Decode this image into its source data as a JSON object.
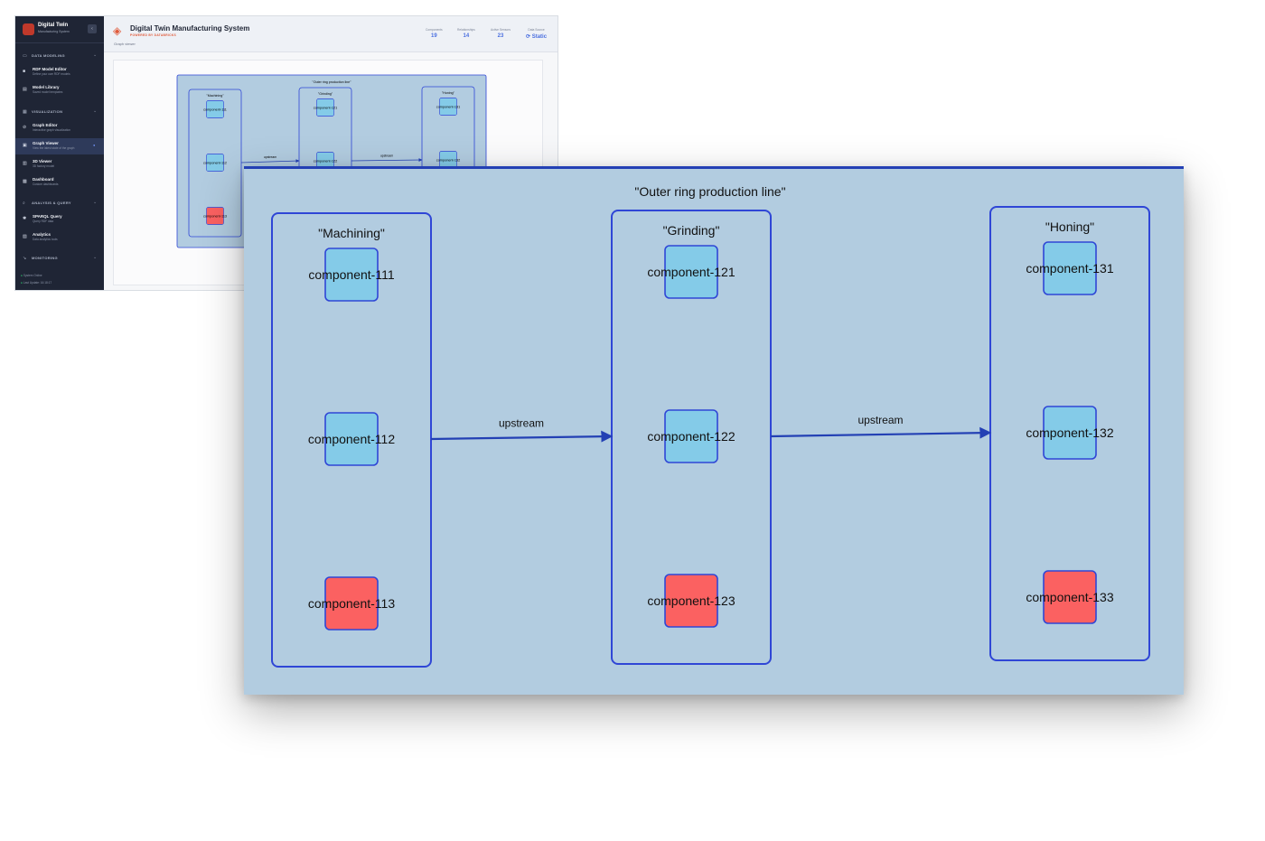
{
  "app": {
    "title": "Digital Twin",
    "subtitle": "Manufacturing System",
    "collapse_icon": "chevron-left-icon",
    "header_title": "Digital Twin Manufacturing System",
    "powered_by": "POWERED BY DATABRICKS",
    "breadcrumb": "Graph viewer"
  },
  "sidebar": {
    "sections": [
      {
        "label": "DATA MODELING",
        "icon": "folder-icon",
        "items": [
          {
            "label": "RDF Model Editor",
            "sub": "Define your own RDF models",
            "icon": "edit-icon"
          },
          {
            "label": "Model Library",
            "sub": "Saved model templates",
            "icon": "library-icon"
          }
        ]
      },
      {
        "label": "VISUALIZATION",
        "icon": "chart-icon",
        "items": [
          {
            "label": "Graph Editor",
            "sub": "Interactive graph visualization",
            "icon": "link-icon"
          },
          {
            "label": "Graph Viewer",
            "sub": "View the latest state of the graph",
            "icon": "image-icon",
            "active": true
          },
          {
            "label": "3D Viewer",
            "sub": "3D factory model",
            "icon": "cube-icon"
          },
          {
            "label": "Dashboard",
            "sub": "Custom dashboards",
            "icon": "dashboard-icon"
          }
        ]
      },
      {
        "label": "ANALYSIS & QUERY",
        "icon": "search-icon",
        "items": [
          {
            "label": "SPARQL Query",
            "sub": "Query RDF data",
            "icon": "query-icon"
          },
          {
            "label": "Analytics",
            "sub": "Data analytics tools",
            "icon": "analytics-icon"
          }
        ]
      },
      {
        "label": "MONITORING",
        "icon": "monitor-icon",
        "items": []
      }
    ],
    "footer": {
      "status": "System Online",
      "last_update": "Last Update: 16:18:17"
    }
  },
  "stats": [
    {
      "label": "Components",
      "value": "19"
    },
    {
      "label": "Relationships",
      "value": "14"
    },
    {
      "label": "Active Sensors",
      "value": "23"
    },
    {
      "label": "Data Source",
      "value": "Static",
      "icon": "refresh-icon"
    }
  ],
  "graph": {
    "title": "\"Outer ring production line\"",
    "groups": [
      {
        "label": "\"Machining\"",
        "components": [
          {
            "name": "component-111",
            "status": "ok"
          },
          {
            "name": "component-112",
            "status": "ok"
          },
          {
            "name": "component-113",
            "status": "fault"
          }
        ]
      },
      {
        "label": "\"Grinding\"",
        "components": [
          {
            "name": "component-121",
            "status": "ok"
          },
          {
            "name": "component-122",
            "status": "ok"
          },
          {
            "name": "component-123",
            "status": "fault"
          }
        ]
      },
      {
        "label": "\"Honing\"",
        "components": [
          {
            "name": "component-131",
            "status": "ok"
          },
          {
            "name": "component-132",
            "status": "ok"
          },
          {
            "name": "component-133",
            "status": "fault"
          }
        ]
      }
    ],
    "edges": [
      {
        "from": "component-112",
        "to": "component-122",
        "label": "upstream"
      },
      {
        "from": "component-122",
        "to": "component-132",
        "label": "upstream"
      }
    ],
    "colors": {
      "ok": "#84cbe8",
      "fault": "#fb6161",
      "edge": "#2340b4",
      "panel": "#b2cce0",
      "node_border": "#2f46d6"
    }
  }
}
